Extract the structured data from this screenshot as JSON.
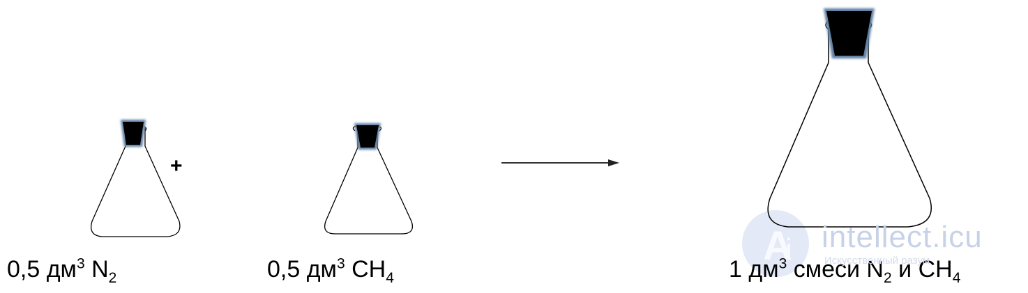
{
  "operator_plus": "+",
  "flask1": {
    "amount": "0,5 дм",
    "power": "3",
    "formula": "N",
    "index": "2"
  },
  "flask2": {
    "amount": "0,5 дм",
    "power": "3",
    "formula": "CH",
    "index": "4"
  },
  "product": {
    "amount": "1 дм",
    "power": "3",
    "mid": " смеси N",
    "index1": "2",
    "conj": " и CH",
    "index2": "4"
  },
  "watermark": {
    "text": "intellect.icu",
    "subtext": "Искусственный разум"
  },
  "colors": {
    "stopper": "#000000",
    "stopper_glow": "#5f7fa3",
    "outline": "#000000",
    "watermark": "#c7d2e8"
  }
}
